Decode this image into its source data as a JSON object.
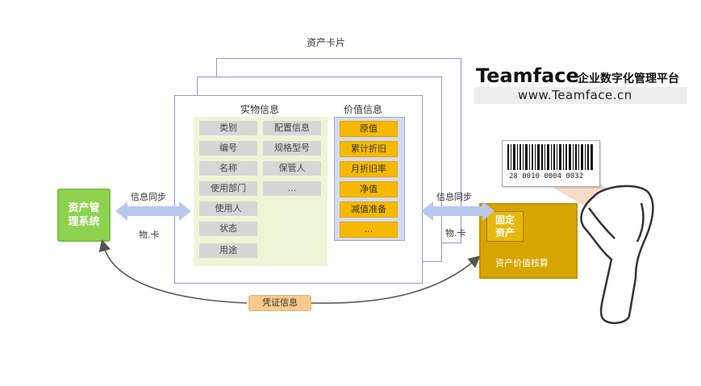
{
  "card_stack": {
    "title": "资产卡片"
  },
  "physical_info": {
    "title": "实物信息",
    "col1": [
      "类别",
      "编号",
      "名称",
      "使用部门",
      "使用人",
      "状态",
      "用途"
    ],
    "col2": [
      "配置信息",
      "规格型号",
      "保管人",
      "..."
    ]
  },
  "value_info": {
    "title": "价值信息",
    "items": [
      "原值",
      "累计折旧",
      "月折旧率",
      "净值",
      "减值准备",
      "..."
    ]
  },
  "left_system": {
    "label_line1": "资产管",
    "label_line2": "理系统"
  },
  "left_sync": {
    "top": "信息同步",
    "bottom": "物.卡"
  },
  "right_sync": {
    "top": "信息同步",
    "bottom": "物.卡"
  },
  "fixed_asset": {
    "inner_line1": "固定",
    "inner_line2": "资产",
    "caption": "资产价值核算"
  },
  "voucher": {
    "label": "凭证信息"
  },
  "brand": {
    "name": "Teamface",
    "dot": "·",
    "tagline": "企业数字化管理平台",
    "url": "www.Teamface.cn"
  },
  "barcode": {
    "number": "28 0010 0004 0032"
  },
  "colors": {
    "accent_purple": "#9a93d4",
    "green": "#8ed24f",
    "gold": "#d6a500",
    "yellow": "#f6b900",
    "arrow_blue": "#b8c8ee"
  }
}
